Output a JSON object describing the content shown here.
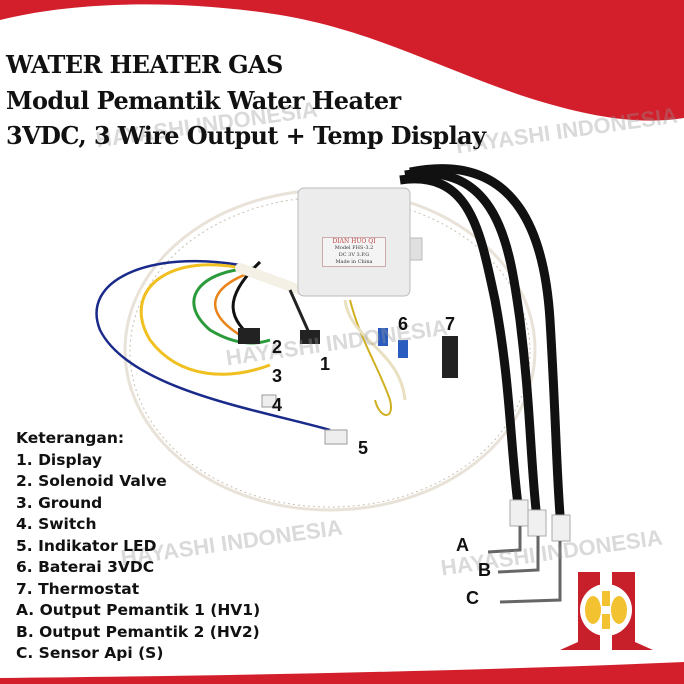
{
  "title": {
    "line1": "WATER HEATER GAS",
    "line2": "Modul Pemantik Water Heater",
    "line3": "3VDC, 3 Wire Output + Temp Display"
  },
  "watermark": "HAYASHI INDONESIA",
  "module_label": {
    "brand": "DIAN HUO QI",
    "model": "Model FHS-3.2",
    "spec": "DC 3V 3.P.G",
    "origin": "Made in China"
  },
  "legend": {
    "heading": "Keterangan:",
    "items": [
      "1. Display",
      "2. Solenoid Valve",
      "3. Ground",
      "4. Switch",
      "5. Indikator LED",
      "6. Baterai 3VDC",
      "7. Thermostat",
      "A. Output Pemantik 1 (HV1)",
      "B. Output Pemantik 2 (HV2)",
      "C. Sensor Api (S)"
    ]
  },
  "callouts": [
    "1",
    "2",
    "3",
    "4",
    "5",
    "6",
    "7",
    "A",
    "B",
    "C"
  ],
  "colors": {
    "brand_red": "#d21f2b",
    "logo_yellow": "#f2c230"
  }
}
